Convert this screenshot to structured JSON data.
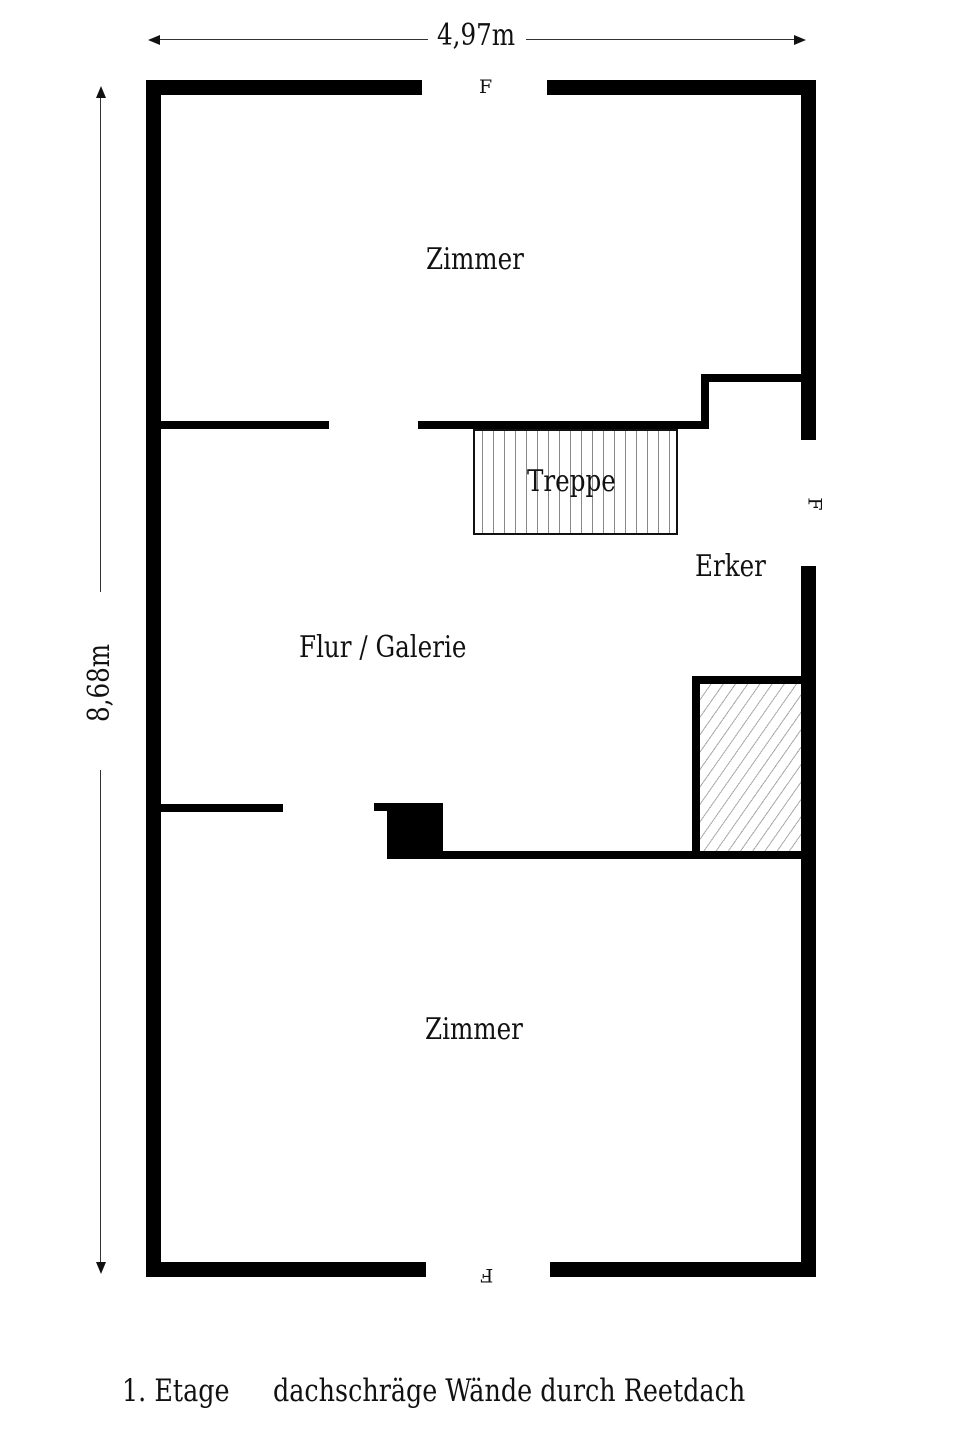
{
  "plan": {
    "floor_label": "1. Etage",
    "note": "dachschräge Wände durch Reetdach",
    "dimensions": {
      "width": "4,97m",
      "height": "8,68m"
    },
    "rooms": [
      {
        "name": "Zimmer",
        "position": "top"
      },
      {
        "name": "Treppe",
        "position": "stairs"
      },
      {
        "name": "Erker",
        "position": "right"
      },
      {
        "name": "Flur / Galerie",
        "position": "middle"
      },
      {
        "name": "Zimmer",
        "position": "bottom"
      }
    ],
    "window_marks": {
      "top": "F",
      "right": "F",
      "bottom": "F"
    },
    "colors": {
      "wall": "#000000",
      "background": "#ffffff",
      "hatch": "#888888"
    }
  }
}
